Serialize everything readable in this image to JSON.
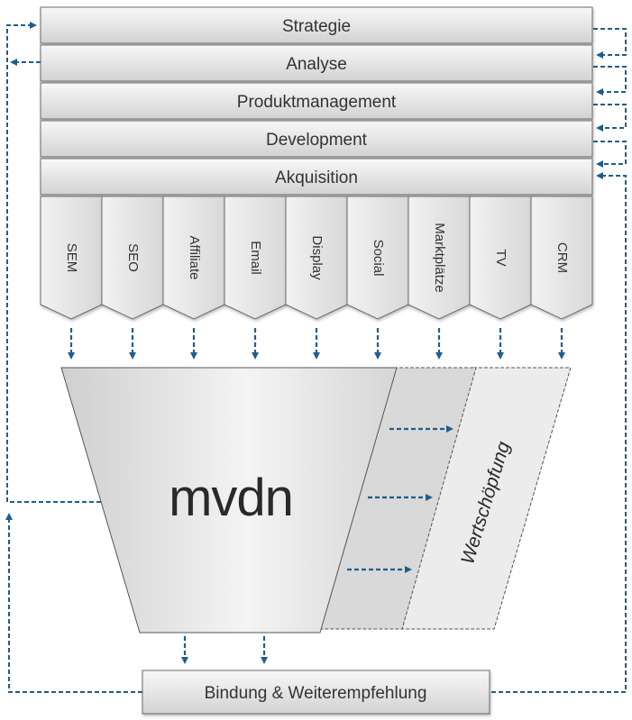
{
  "layers": [
    {
      "label": "Strategie"
    },
    {
      "label": "Analyse"
    },
    {
      "label": "Produktmanagement"
    },
    {
      "label": "Development"
    },
    {
      "label": "Akquisition"
    }
  ],
  "channels": [
    {
      "label": "SEM"
    },
    {
      "label": "SEO"
    },
    {
      "label": "Affiliate"
    },
    {
      "label": "Email"
    },
    {
      "label": "Display"
    },
    {
      "label": "Social"
    },
    {
      "label": "Marktplätze"
    },
    {
      "label": "TV"
    },
    {
      "label": "CRM"
    }
  ],
  "funnel": {
    "brand": "mvdn"
  },
  "value_creation": {
    "label": "Wertschöpfung"
  },
  "retention": {
    "label": "Bindung & Weiterempfehlung"
  },
  "colors": {
    "arrow": "#1f5d8c",
    "box_top": "#f7f7f7",
    "box_bottom": "#d3d3d3",
    "border": "#6b6b6b"
  }
}
